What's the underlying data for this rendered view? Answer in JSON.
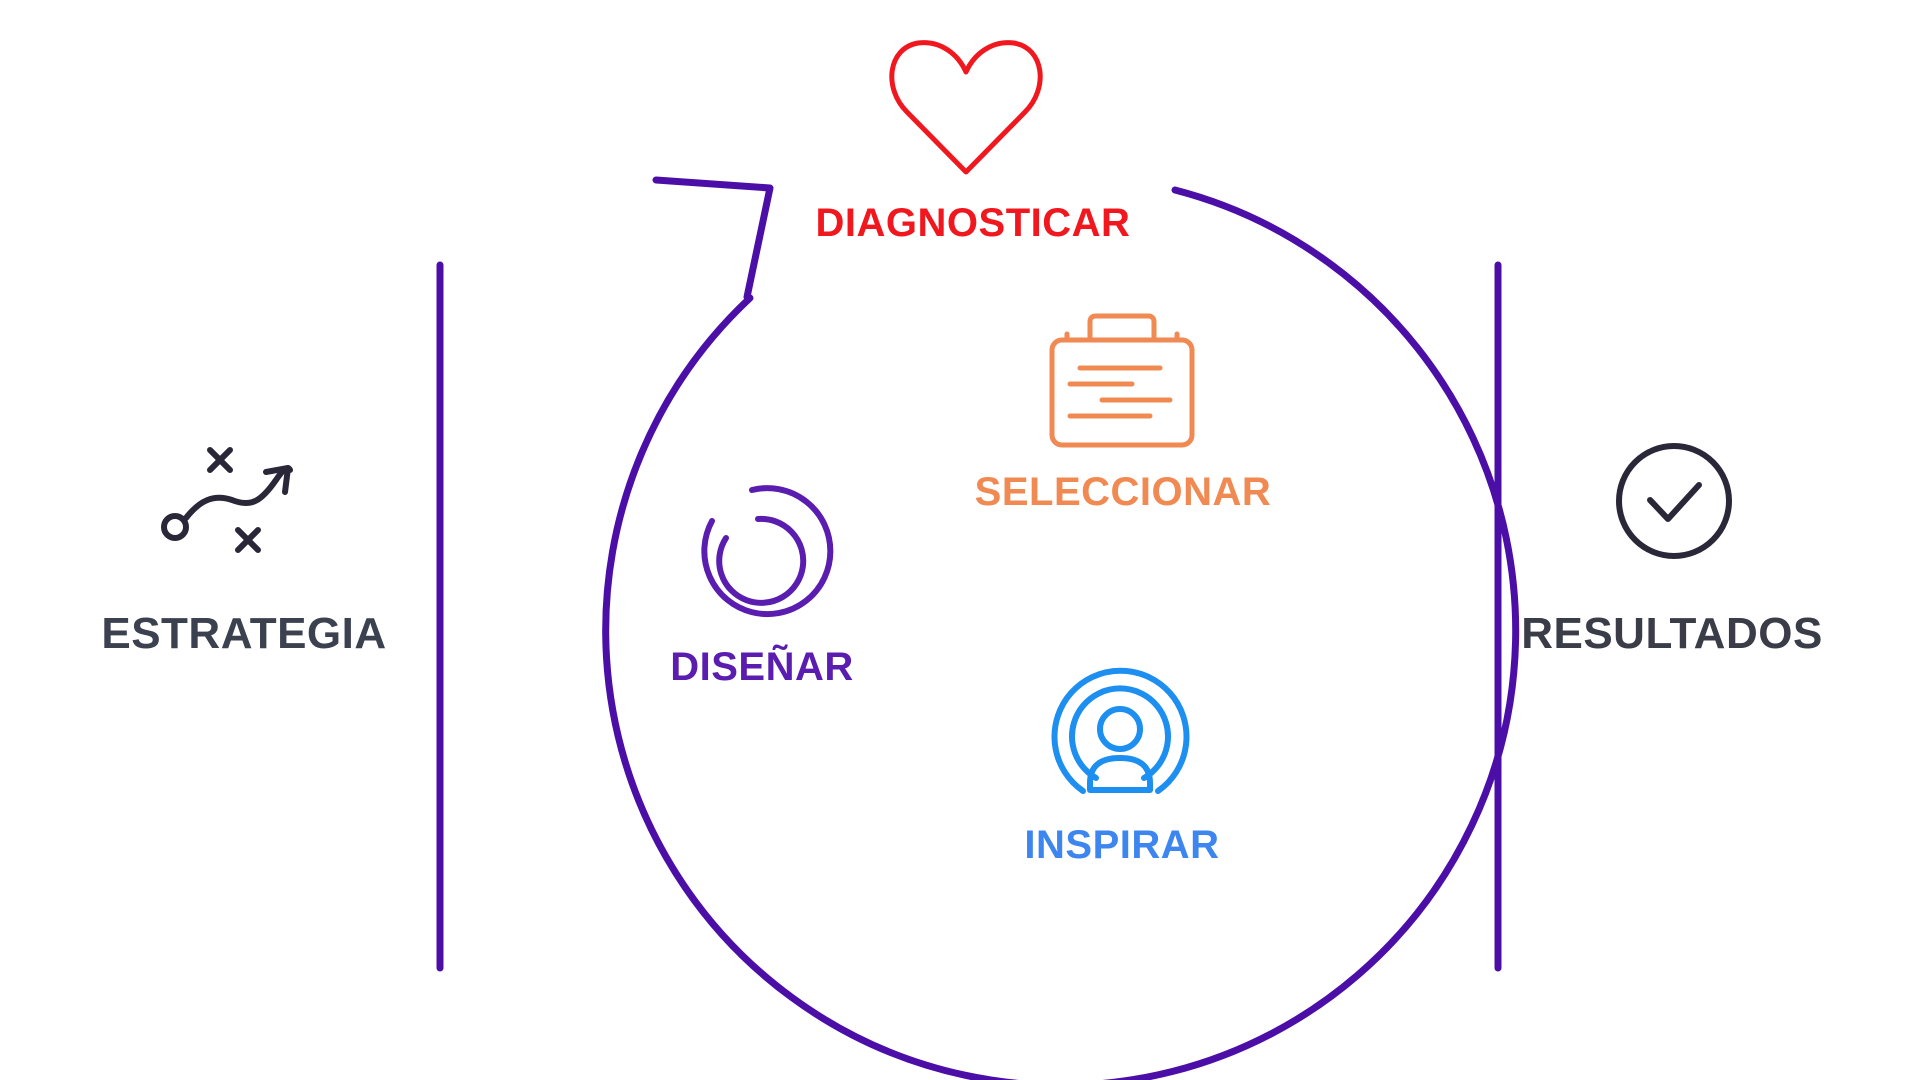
{
  "colors": {
    "cycle": "#4b0fa8",
    "diagnosticar": "#f0181e",
    "seleccionar": "#f08a52",
    "disenar": "#5a1db0",
    "inspirar": "#1d8ff0",
    "inspirar_text": "#3d86f0",
    "dark": "#2a2838",
    "estrategia_text": "#3c4150",
    "resultados_text": "#3a3c48"
  },
  "icons": {
    "estrategia": "strategy-play-icon",
    "diagnosticar": "heart-icon",
    "seleccionar": "briefcase-icon",
    "disenar": "circle-ring-icon",
    "inspirar": "person-broadcast-icon",
    "resultados": "check-circle-icon"
  },
  "labels": {
    "estrategia": "ESTRATEGIA",
    "diagnosticar": "DIAGNOSTICAR",
    "seleccionar": "SELECCIONAR",
    "disenar": "DISEÑAR",
    "inspirar": "INSPIRAR",
    "resultados": "RESULTADOS"
  }
}
